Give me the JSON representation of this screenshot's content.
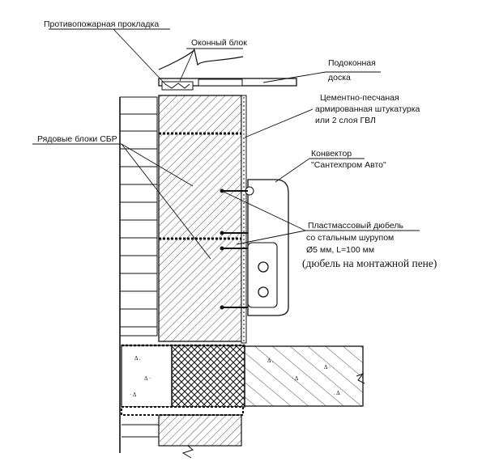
{
  "labels": {
    "fire_gasket": "Противопожарная прокладка",
    "window_block": "Оконный блок",
    "sill_board_line1": "Подоконная",
    "sill_board_line2": "доска",
    "plaster_line1": "Цементно-песчаная",
    "plaster_line2": "армированная штукатурка",
    "plaster_line3": "или 2 слоя ГВЛ",
    "sbr_blocks": "Рядовые блоки СБР",
    "convector_line1": "Конвектор",
    "convector_line2": "\"Сантехпром Авто\"",
    "dowel_line1": "Пластмассовый дюбель",
    "dowel_line2": "со стальным шурупом",
    "dowel_line3": "Ø5 мм, L=100 мм",
    "dowel_line4": "(дюбель на монтажной пене)"
  },
  "colors": {
    "ink": "#111111",
    "paper": "#ffffff"
  }
}
